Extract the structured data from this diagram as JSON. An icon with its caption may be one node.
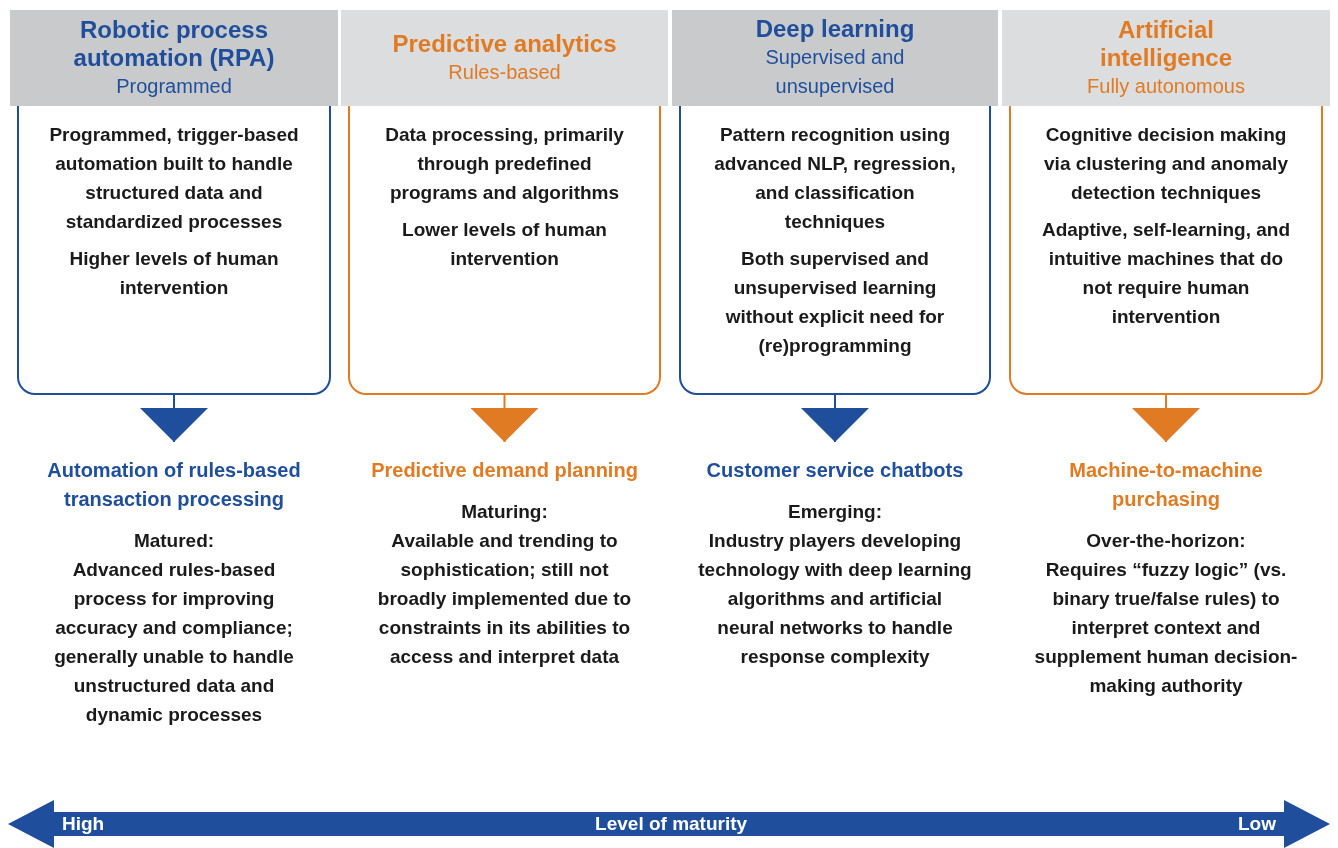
{
  "diagram": {
    "nodes": [
      {
        "text": [
          "Robotic process automation (RPA)",
          "Programmed"
        ]
      },
      {
        "text": [
          "Programmed, trigger-based automation built to handle structured data and standardized processes",
          "Higher levels of human intervention"
        ]
      },
      {
        "text": [
          "Automation of rules-based transaction processing",
          "Matured:",
          "Advanced rules-based process for improving accuracy and compliance; generally unable to handle unstructured data and dynamic processes"
        ]
      },
      {
        "text": [
          "Predictive analytics",
          "Rules-based"
        ]
      },
      {
        "text": [
          "Data processing, primarily through predefined programs and algorithms",
          "Lower levels of human intervention"
        ]
      },
      {
        "text": [
          "Predictive demand planning",
          "Maturing:",
          "Available and trending to sophistication; still not broadly implemented due to constraints in its abilities to access and interpret data"
        ]
      },
      {
        "text": [
          "Deep learning",
          "Supervised and unsupervised"
        ]
      },
      {
        "text": [
          "Pattern recognition using advanced NLP, regression, and classification techniques",
          "Both supervised and unsupervised learning without explicit need for (re)programming"
        ]
      },
      {
        "text": [
          "Customer service chatbots",
          "Emerging:",
          "Industry players developing technology with deep learning algorithms and artificial neural networks to handle response complexity"
        ]
      },
      {
        "text": [
          "Artificial intelligence",
          "Fully autonomous"
        ]
      },
      {
        "text": [
          "Cognitive decision making via clustering and anomaly detection techniques",
          "Adaptive, self-learning, and intuitive machines that do not require human intervention"
        ]
      },
      {
        "text": [
          "Machine-to-machine purchasing",
          "Over-the-horizon:",
          "Requires “fuzzy logic” (vs. binary true/false rules) to interpret context and supplement human decision-making authority"
        ]
      },
      {
        "text": [
          "High",
          "Level of maturity",
          "Low"
        ]
      }
    ],
    "edges": [
      {
        "from": 1,
        "to": 2,
        "arrow": "to",
        "color": "#1f4e9c"
      },
      {
        "from": 4,
        "to": 5,
        "arrow": "to",
        "color": "#e07b24"
      },
      {
        "from": 7,
        "to": 8,
        "arrow": "to",
        "color": "#1f4e9c"
      },
      {
        "from": 10,
        "to": 11,
        "arrow": "to",
        "color": "#e07b24"
      }
    ]
  }
}
